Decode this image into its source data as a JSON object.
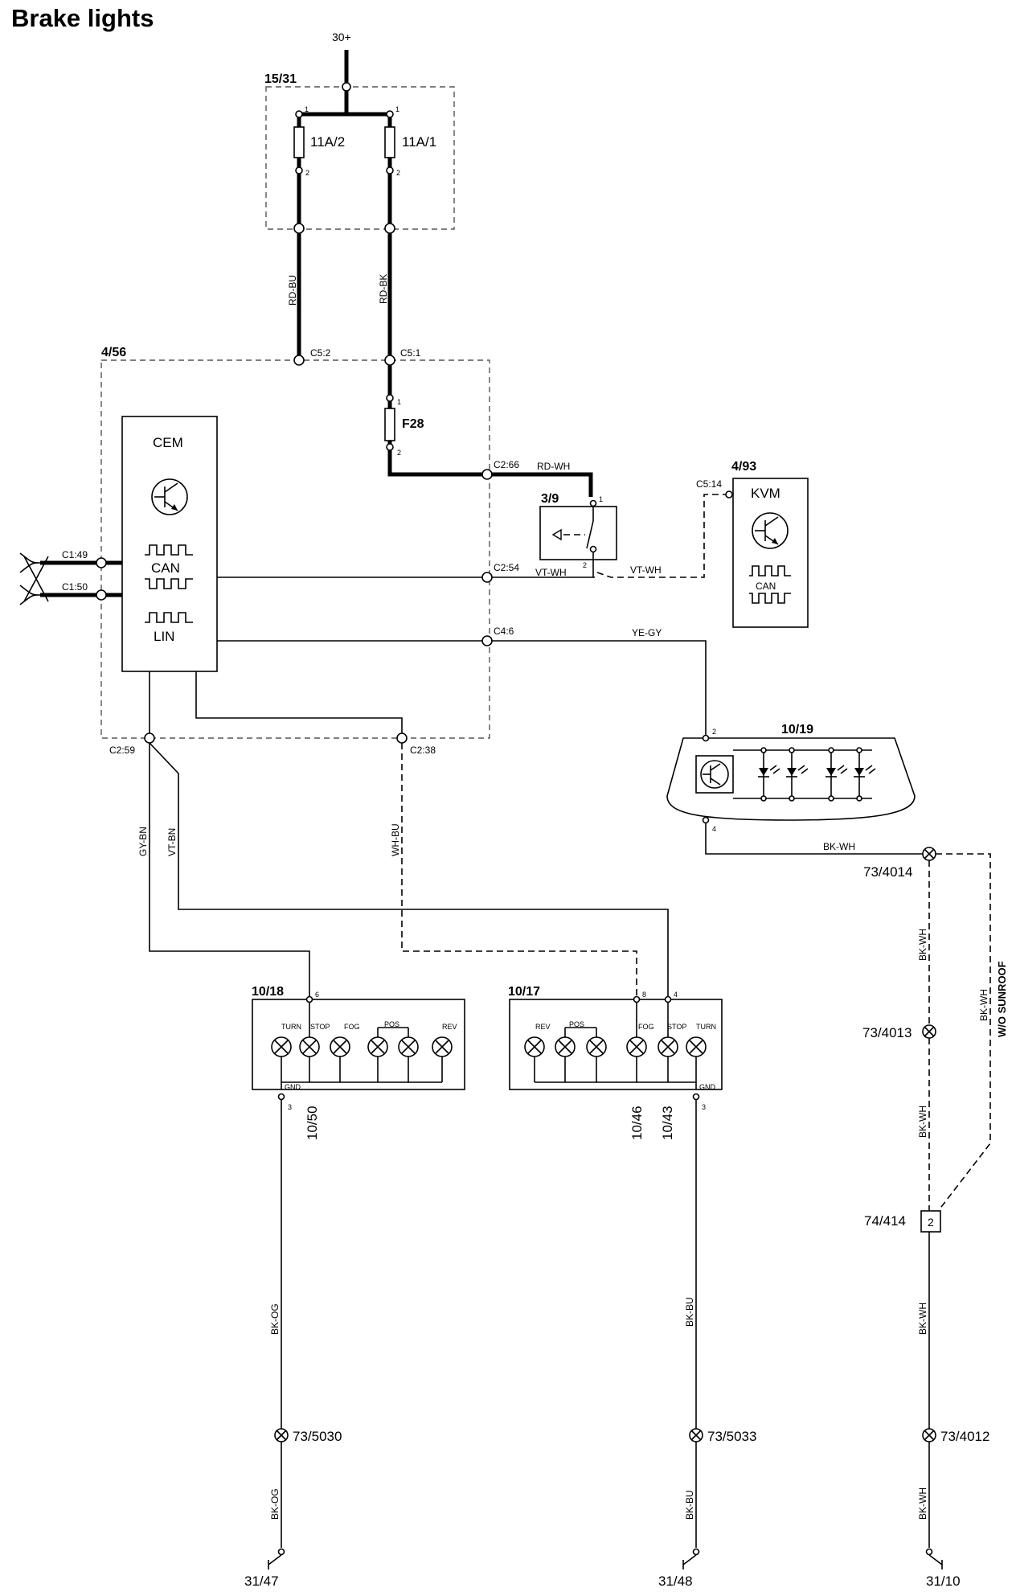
{
  "title": "Brake lights",
  "supply": "30+",
  "fuse_box": {
    "id": "15/31",
    "fuses": [
      "11A/2",
      "11A/1"
    ],
    "pins": {
      "in": "1",
      "out": "2"
    }
  },
  "cem_module": {
    "id": "4/56",
    "name": "CEM",
    "fuse": "F28",
    "fuse_pins": [
      "1",
      "2"
    ],
    "bus_labels": [
      "CAN",
      "LIN"
    ],
    "connectors": [
      "C5:2",
      "C5:1",
      "C2:66",
      "C2:54",
      "C4:6",
      "C1:49",
      "C1:50",
      "C2:59",
      "C2:38"
    ]
  },
  "brake_switch": {
    "id": "3/9",
    "pins": [
      "1",
      "2"
    ]
  },
  "kvm": {
    "id": "4/93",
    "name": "KVM",
    "connector": "C5:14",
    "bus_label": "CAN"
  },
  "high_brake_light": {
    "id": "10/19",
    "pins": [
      "2",
      "4"
    ]
  },
  "rear_lamp_left": {
    "id": "10/18",
    "pin_top": "6",
    "pin_bottom": "3",
    "labels": [
      "TURN",
      "STOP",
      "FOG",
      "POS",
      "REV"
    ],
    "gnd_label": "GND",
    "sub_id": "10/50"
  },
  "rear_lamp_right": {
    "id": "10/17",
    "pins_top": [
      "8",
      "4"
    ],
    "pin_bottom": "3",
    "labels": [
      "REV",
      "POS",
      "FOG",
      "STOP",
      "TURN"
    ],
    "gnd_label": "GND",
    "sub_ids": [
      "10/46",
      "10/43"
    ]
  },
  "wire_colors": {
    "rd_bu": "RD-BU",
    "rd_bk": "RD-BK",
    "rd_wh": "RD-WH",
    "vt_wh": "VT-WH",
    "ye_gy": "YE-GY",
    "gy_bn": "GY-BN",
    "vt_bn": "VT-BN",
    "wh_bu": "WH-BU",
    "bk_wh": "BK-WH",
    "bk_og": "BK-OG",
    "bk_bu": "BK-BU"
  },
  "note_sunroof": "W/O SUNROOF",
  "splices": [
    "73/4014",
    "73/4013",
    "73/5030",
    "73/5033",
    "73/4012"
  ],
  "connector_74": {
    "id": "74/414",
    "pin": "2"
  },
  "grounds": [
    "31/47",
    "31/48",
    "31/10"
  ]
}
